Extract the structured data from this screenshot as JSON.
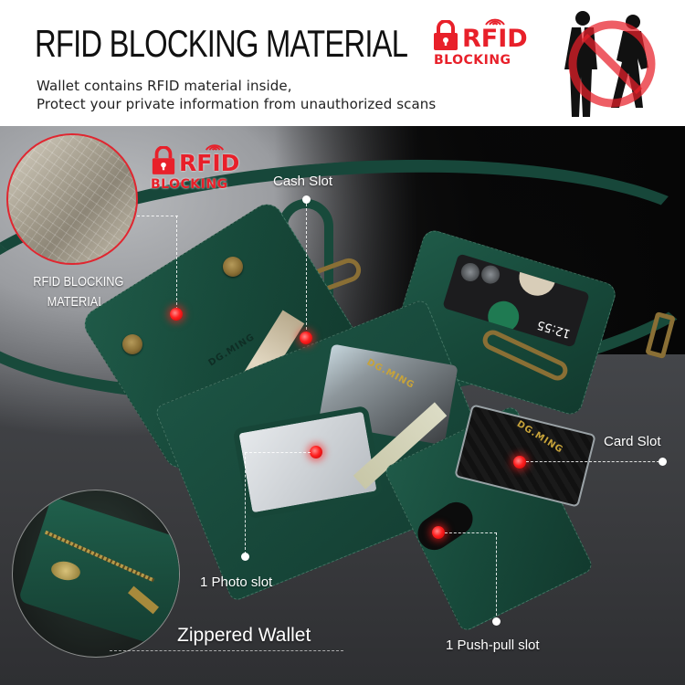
{
  "header": {
    "title": "RFID BLOCKING MATERIAL",
    "subtitle_line1": "Wallet contains RFID material inside,",
    "subtitle_line2": "Protect your private information from unauthorized scans",
    "badge": {
      "icon": "rfid-lock-icon",
      "word": "RFID",
      "caption": "BLOCKING",
      "color": "#e8202a"
    },
    "illustration": {
      "icon": "no-scanning-thief-icon",
      "color": "#e8202a"
    }
  },
  "photo": {
    "brand": "DG.MING",
    "badge": {
      "word": "RFID",
      "caption": "BLOCKING"
    },
    "rfid_material_label_line1": "RFID BLOCKING",
    "rfid_material_label_line2": "MATERIAL",
    "phone_time": "12:55",
    "callouts": {
      "cash_slot": "Cash Slot",
      "card_slot": "Card Slot",
      "photo_slot": "1 Photo slot",
      "zippered_wallet": "Zippered Wallet",
      "push_pull_slot": "1 Push-pull slot"
    },
    "colors": {
      "leather": "#184a3b",
      "hotspot": "#ff2020",
      "hardware": "#8a6f35"
    }
  }
}
